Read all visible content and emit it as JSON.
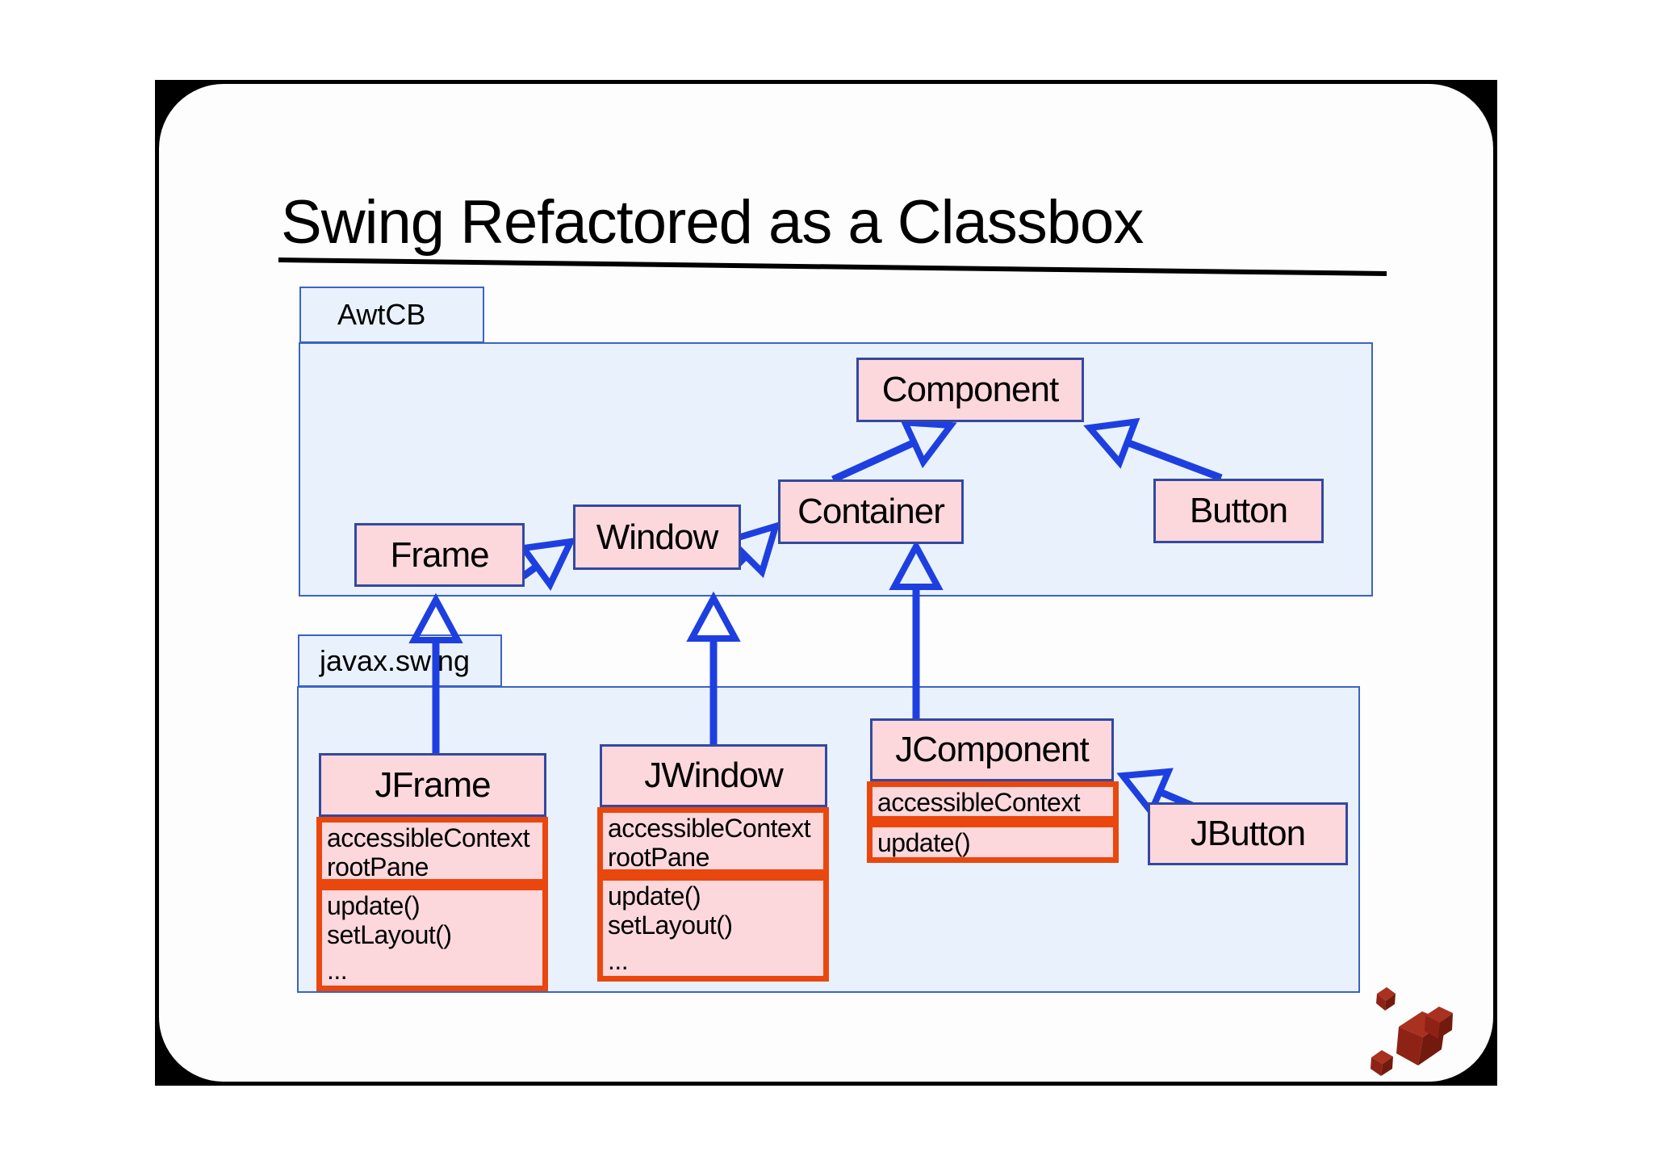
{
  "slide": {
    "title": "Swing Refactored as a Classbox"
  },
  "packages": {
    "awtcb": {
      "label": "AwtCB"
    },
    "javax_swing": {
      "label": "javax.swing"
    }
  },
  "classes": {
    "component": {
      "name": "Component"
    },
    "container": {
      "name": "Container"
    },
    "button": {
      "name": "Button"
    },
    "frame": {
      "name": "Frame"
    },
    "window": {
      "name": "Window"
    },
    "jframe": {
      "name": "JFrame",
      "attributes": [
        "accessibleContext",
        "rootPane"
      ],
      "methods": [
        "update()",
        "setLayout()",
        "..."
      ]
    },
    "jwindow": {
      "name": "JWindow",
      "attributes": [
        "accessibleContext",
        "rootPane"
      ],
      "methods": [
        "update()",
        "setLayout()",
        "..."
      ]
    },
    "jcomponent": {
      "name": "JComponent",
      "attributes": [
        "accessibleContext"
      ],
      "methods": [
        "update()"
      ]
    },
    "jbutton": {
      "name": "JButton"
    }
  },
  "relationships": [
    {
      "from": "Container",
      "to": "Component",
      "type": "inheritance"
    },
    {
      "from": "Button",
      "to": "Component",
      "type": "inheritance"
    },
    {
      "from": "Frame",
      "to": "Window",
      "type": "inheritance"
    },
    {
      "from": "Window",
      "to": "Container",
      "type": "inheritance"
    },
    {
      "from": "JFrame",
      "to": "Frame",
      "type": "inheritance"
    },
    {
      "from": "JWindow",
      "to": "Window",
      "type": "inheritance"
    },
    {
      "from": "JComponent",
      "to": "Container",
      "type": "inheritance"
    },
    {
      "from": "JButton",
      "to": "JComponent",
      "type": "inheritance"
    }
  ],
  "colors": {
    "c-package-fill": "#e9f2fc",
    "c-package-border": "#3b63c4",
    "c-class-fill": "#fcd8dd",
    "c-class-border": "#3448a0",
    "c-arrow": "#1e3fe0",
    "c-highlight": "#ea470e",
    "c-title": "#000000",
    "c-logo": "#8e2315"
  }
}
